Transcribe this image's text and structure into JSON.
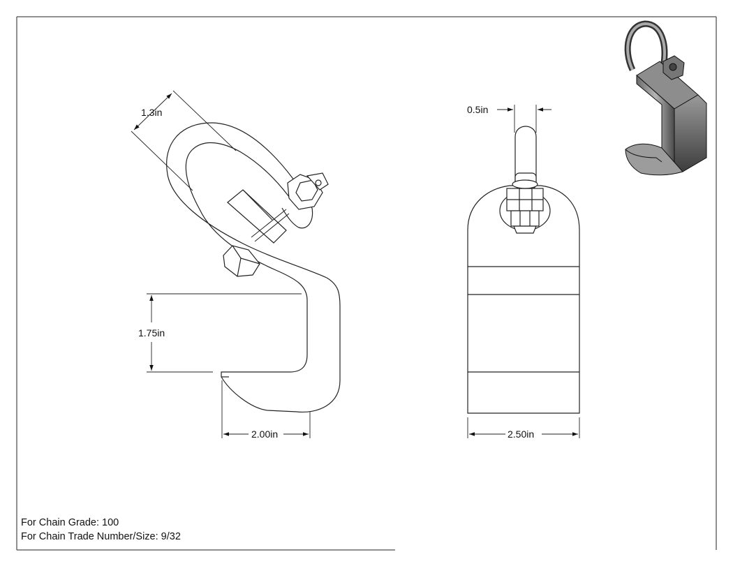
{
  "dimensions": {
    "shackle_width": "1.3in",
    "throat_depth": "1.75in",
    "hook_width": "2.00in",
    "pin_diameter": "0.5in",
    "body_width": "2.50in"
  },
  "notes": {
    "grade_label": "For Chain Grade: 100",
    "size_label": "For Chain Trade Number/Size: 9/32"
  }
}
